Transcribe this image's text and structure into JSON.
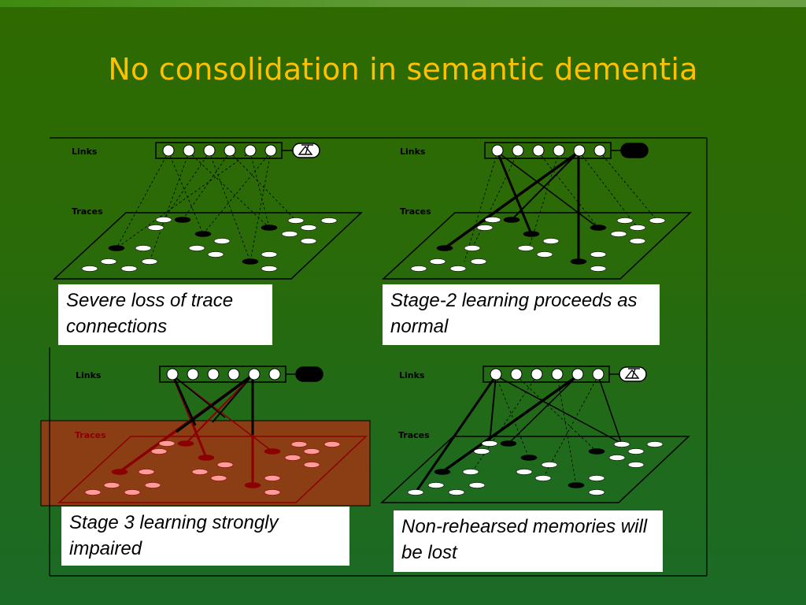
{
  "title": "No consolidation in semantic dementia",
  "panel_labels": {
    "links": "Links",
    "traces": "Traces"
  },
  "panels": [
    {
      "id": "panel-1",
      "caption": "Severe loss of trace connections"
    },
    {
      "id": "panel-2",
      "caption": "Stage-2 learning proceeds as normal"
    },
    {
      "id": "panel-3",
      "caption": "Stage 3 learning strongly impaired"
    },
    {
      "id": "panel-4",
      "caption": "Non-rehearsed memories will be lost"
    }
  ],
  "colors": {
    "title": "#ffc000",
    "impaired_overlay": "#8b3d14",
    "impaired_trace": "#8b0000",
    "impaired_node": "#ff9b9b"
  }
}
